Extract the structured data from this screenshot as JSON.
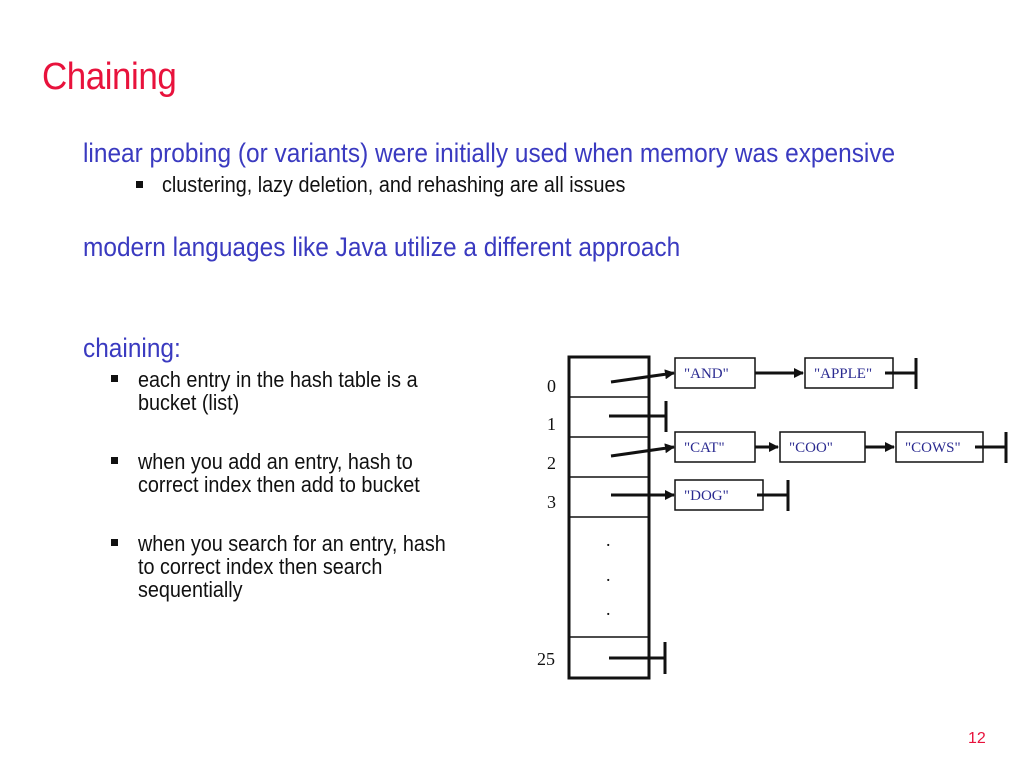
{
  "slide": {
    "title": "Chaining",
    "point1": "linear probing (or variants) were initially used when memory was expensive",
    "point1_sub": "clustering, lazy deletion, and rehashing are all issues",
    "point2": "modern languages like Java utilize a different approach",
    "chaining_heading": "chaining:",
    "chaining_bullets": [
      {
        "line1": "each entry in the hash table is a",
        "line2": "bucket (list)"
      },
      {
        "line1": "when you add an entry, hash to",
        "line2": "correct index then add to bucket"
      },
      {
        "line1": "when you search for an entry, hash",
        "line2": "to correct index then search",
        "line3": "sequentially"
      }
    ],
    "page_number": "12"
  },
  "diagram": {
    "index_labels": [
      "0",
      "1",
      "2",
      "3",
      "25"
    ],
    "ellipsis": ".",
    "nodes": {
      "and": "\"AND\"",
      "apple": "\"APPLE\"",
      "cat": "\"CAT\"",
      "coo": "\"COO\"",
      "cows": "\"COWS\"",
      "dog": "\"DOG\""
    }
  }
}
